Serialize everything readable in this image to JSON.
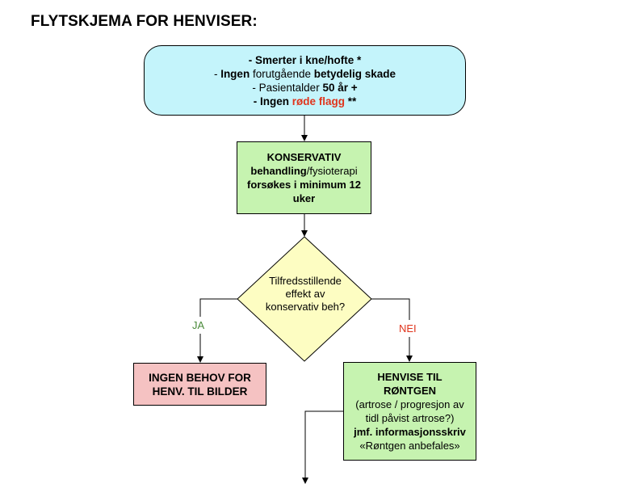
{
  "title": "FLYTSKJEMA FOR HENVISER:",
  "start": {
    "l1a": "- Smerter i kne/hofte *",
    "l2a": "- ",
    "l2b": "Ingen",
    "l2c": " forutgående ",
    "l2d": "betydelig skade",
    "l3a": "- Pasientalder ",
    "l3b": "50 år +",
    "l4a": "- Ingen ",
    "l4b": "røde flagg",
    "l4c": " **"
  },
  "konservativ": {
    "l1": "KONSERVATIV",
    "l2a": "behandling",
    "l2b": "/fysioterapi",
    "l3": "forsøkes i minimum 12",
    "l4": "uker"
  },
  "decision": {
    "l1": "Tilfredsstillende",
    "l2": "effekt av",
    "l3": "konservativ beh?"
  },
  "labels": {
    "yes": "JA",
    "no": "NEI"
  },
  "ingen_behov": {
    "l1": "INGEN BEHOV FOR",
    "l2": "HENV. TIL BILDER"
  },
  "henvise": {
    "l1": "HENVISE TIL",
    "l2": "RØNTGEN",
    "l3": "(artrose / progresjon av",
    "l4": "tidl påvist artrose?)",
    "l5": "jmf. informasjonsskriv",
    "l6": "«Røntgen anbefales»"
  },
  "colors": {
    "start": "#c4f4fb",
    "konservativ": "#c6f3b0",
    "decision": "#fdfdc2",
    "ingen_behov": "#f5c2c2",
    "henvise": "#c6f3b0",
    "red": "#e0341c",
    "green_label": "#4a8a3a"
  }
}
